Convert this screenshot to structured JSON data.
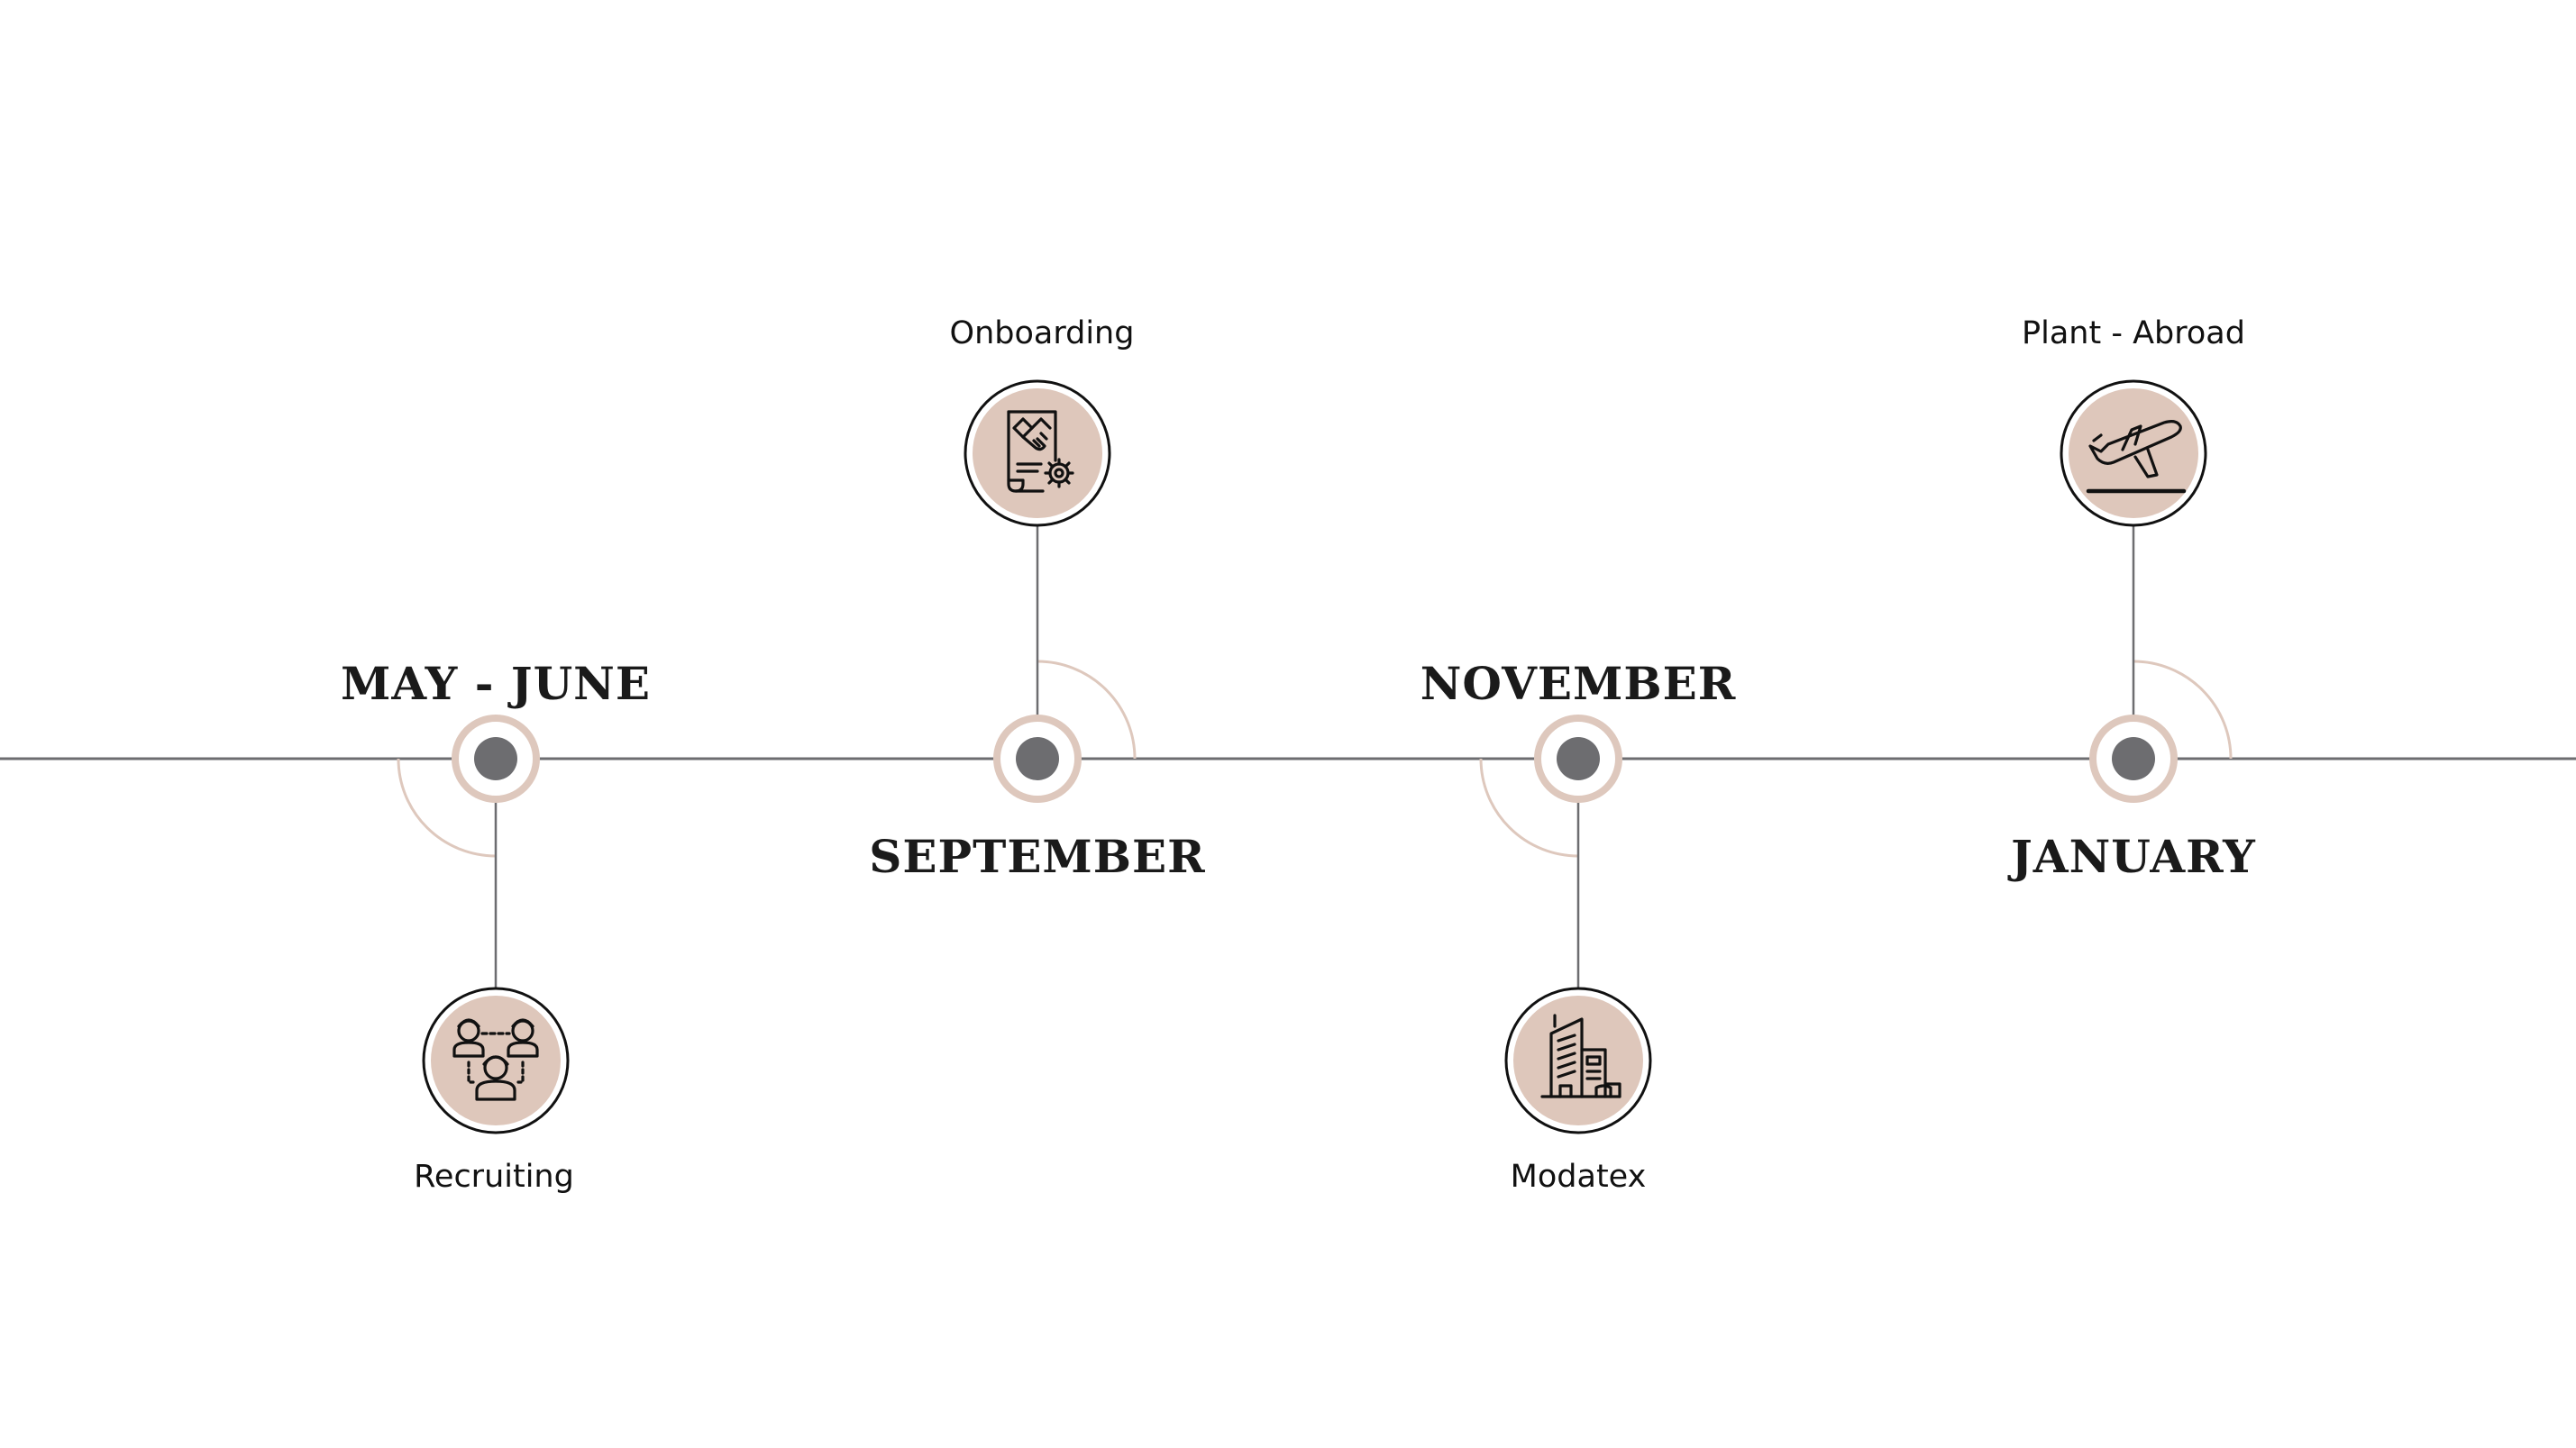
{
  "timeline": {
    "colors": {
      "axis": "#6d6d70",
      "node_dot": "#6d6d70",
      "node_ring": "#dec8bd",
      "arc": "#dec8bd",
      "icon_fill": "#dec7bb",
      "icon_border": "#111111"
    },
    "milestones": [
      {
        "period": "MAY - JUNE",
        "event": "Recruiting",
        "icon": "people-network-icon",
        "icon_side": "below"
      },
      {
        "period": "SEPTEMBER",
        "event": "Onboarding",
        "icon": "handshake-contract-gear-icon",
        "icon_side": "above"
      },
      {
        "period": "NOVEMBER",
        "event": "Modatex",
        "icon": "office-building-icon",
        "icon_side": "below"
      },
      {
        "period": "JANUARY",
        "event": "Plant - Abroad",
        "icon": "airplane-takeoff-icon",
        "icon_side": "above"
      }
    ]
  }
}
